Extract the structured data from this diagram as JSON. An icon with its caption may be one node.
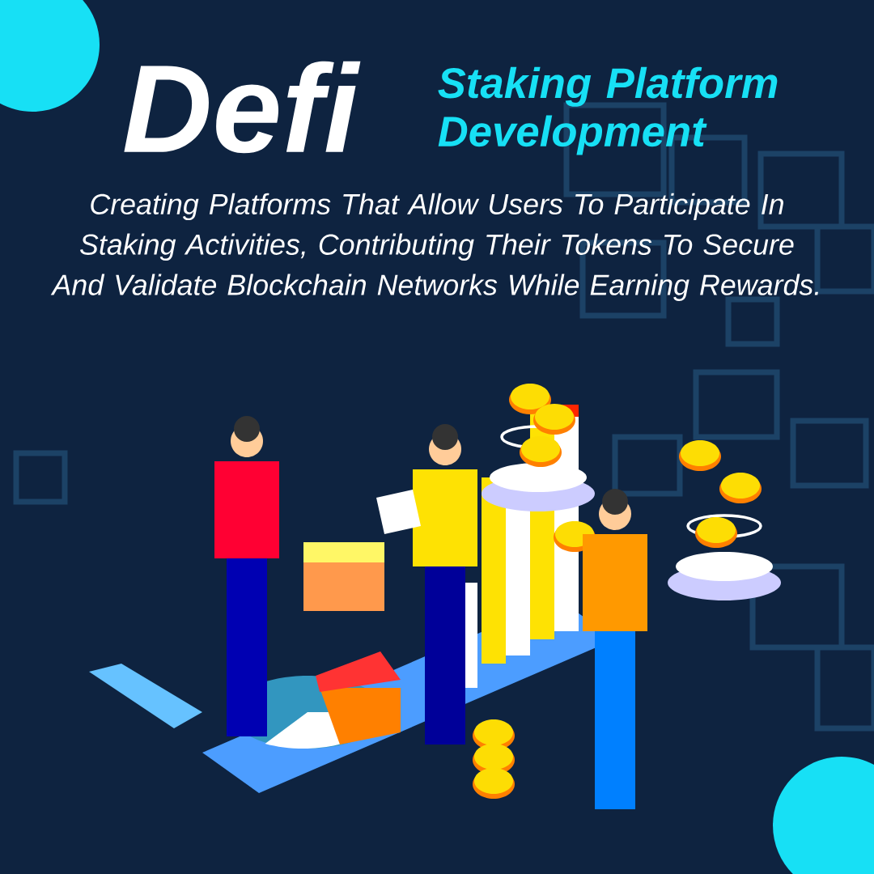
{
  "diagram": {
    "title": "Defi",
    "labels": [
      "Staking Platform Development",
      "Creating Platforms That Allow Users To Participate In Staking Activities, Contributing Their Tokens To Secure And Validate Blockchain Networks While Earning Rewards."
    ]
  }
}
